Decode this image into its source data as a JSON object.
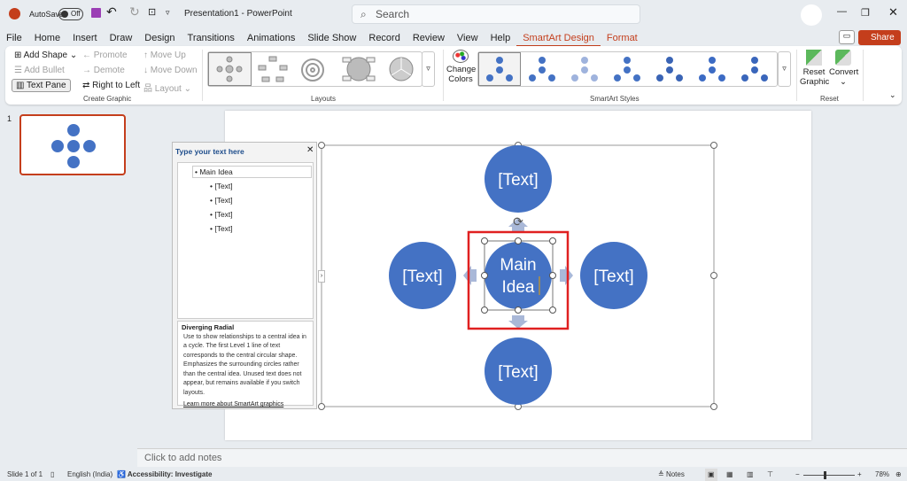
{
  "titlebar": {
    "autosave": "AutoSave",
    "autosave_state": "Off",
    "title": "Presentation1  -  PowerPoint",
    "search_placeholder": "Search",
    "share": "Share"
  },
  "tabs": [
    "File",
    "Home",
    "Insert",
    "Draw",
    "Design",
    "Transitions",
    "Animations",
    "Slide Show",
    "Record",
    "Review",
    "View",
    "Help",
    "SmartArt Design",
    "Format"
  ],
  "ribbon": {
    "create_graphic": {
      "label": "Create Graphic",
      "add_shape": "Add Shape",
      "add_bullet": "Add Bullet",
      "text_pane": "Text Pane",
      "promote": "Promote",
      "demote": "Demote",
      "right_to_left": "Right to Left",
      "move_up": "Move Up",
      "move_down": "Move Down",
      "layout": "Layout"
    },
    "layouts": {
      "label": "Layouts"
    },
    "styles": {
      "label": "SmartArt Styles",
      "change_colors": "Change Colors"
    },
    "reset": {
      "label": "Reset",
      "reset_graphic": "Reset Graphic",
      "convert": "Convert"
    }
  },
  "thumbnail": {
    "number": "1"
  },
  "text_pane": {
    "title": "Type your text here",
    "items": [
      "Main Idea",
      "[Text]",
      "[Text]",
      "[Text]",
      "[Text]"
    ],
    "desc_title": "Diverging Radial",
    "description": "Use to show relationships to a central idea in a cycle. The first Level 1 line of text corresponds to the central circular shape. Emphasizes the surrounding circles rather than the central idea. Unused text does not appear, but remains available if you switch layouts.",
    "link": "Learn more about SmartArt graphics"
  },
  "diagram": {
    "center": "Main Idea",
    "top": "[Text]",
    "left": "[Text]",
    "right": "[Text]",
    "bottom": "[Text]",
    "color": "#4472c4",
    "arrow_color": "#a9b8d8",
    "selection_color": "#e02020"
  },
  "notes": {
    "placeholder": "Click to add notes"
  },
  "status": {
    "slide": "Slide 1 of 1",
    "language": "English (India)",
    "accessibility": "Accessibility: Investigate",
    "notes": "Notes",
    "zoom": "78%"
  }
}
